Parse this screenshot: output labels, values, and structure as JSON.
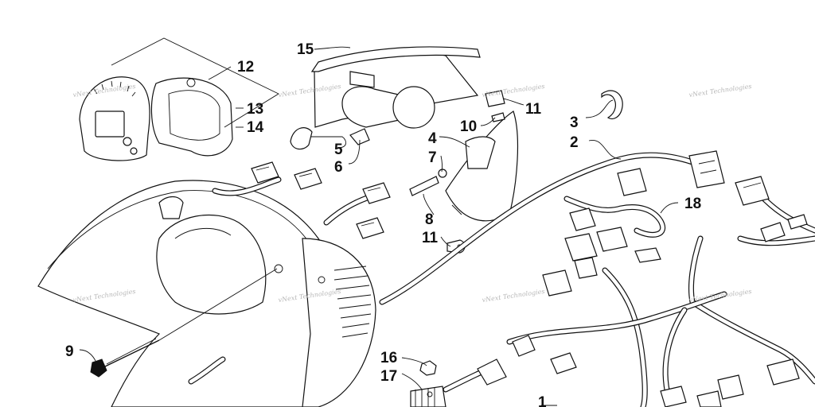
{
  "callouts": [
    "1",
    "2",
    "3",
    "4",
    "5",
    "6",
    "7",
    "8",
    "9",
    "10",
    "11",
    "11",
    "12",
    "13",
    "14",
    "15",
    "16",
    "17",
    "18"
  ],
  "watermark": "vNext Technologies"
}
